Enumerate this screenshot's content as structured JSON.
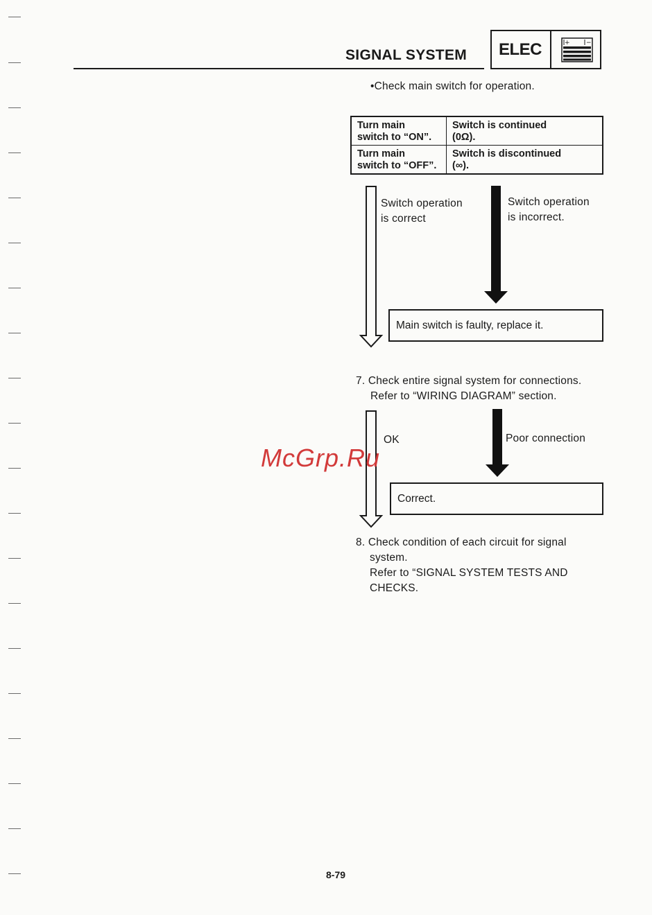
{
  "header": {
    "title": "SIGNAL SYSTEM",
    "section_tag": "ELEC",
    "battery_icon": "battery-plus-minus-icon"
  },
  "intro": "•Check main switch for operation.",
  "switch_table": {
    "rows": [
      {
        "action": [
          "Turn main",
          "switch to “ON”."
        ],
        "result": [
          "Switch is continued",
          "(0Ω)."
        ]
      },
      {
        "action": [
          "Turn main",
          "switch to “OFF”."
        ],
        "result": [
          "Switch is discontinued",
          "(∞)."
        ]
      }
    ]
  },
  "flow1": {
    "correct_label": [
      "Switch operation",
      "is correct"
    ],
    "incorrect_label": [
      "Switch operation",
      "is incorrect."
    ],
    "result_box": "Main switch is faulty, replace it."
  },
  "step7": {
    "text": [
      "7. Check entire signal system for connections.",
      "Refer to “WIRING DIAGRAM” section."
    ]
  },
  "flow2": {
    "ok_label": "OK",
    "poor_label": "Poor connection",
    "result_box": "Correct."
  },
  "step8": {
    "text": [
      "8. Check condition of each circuit for signal",
      "system.",
      "Refer to “SIGNAL SYSTEM TESTS AND",
      "CHECKS."
    ]
  },
  "watermark": "McGrp.Ru",
  "page_number": "8-79"
}
